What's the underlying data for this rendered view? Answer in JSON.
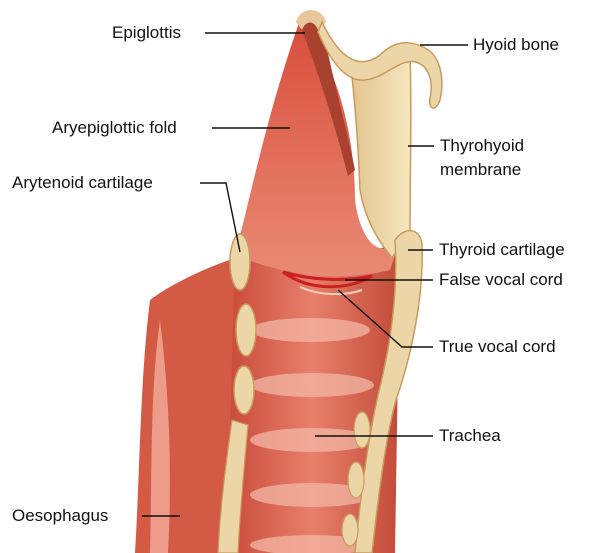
{
  "labels": {
    "epiglottis": "Epiglottis",
    "hyoid_bone": "Hyoid bone",
    "aryepiglottic_fold": "Aryepiglottic fold",
    "thyrohyoid_membrane_line1": "Thyrohyoid",
    "thyrohyoid_membrane_line2": "membrane",
    "arytenoid_cartilage": "Arytenoid cartilage",
    "thyroid_cartilage": "Thyroid cartilage",
    "false_vocal_cord": "False vocal cord",
    "true_vocal_cord": "True vocal cord",
    "trachea": "Trachea",
    "oesophagus": "Oesophagus"
  },
  "colors": {
    "tissue_base": "#d9604a",
    "tissue_dark": "#b83a2a",
    "tissue_light": "#f0a08c",
    "cartilage": "#ecd6a8",
    "cartilage_edge": "#c99a5e",
    "membrane": "#f2e0b4",
    "vocal_cord": "#cc1f1f",
    "leader_line": "#111111"
  }
}
